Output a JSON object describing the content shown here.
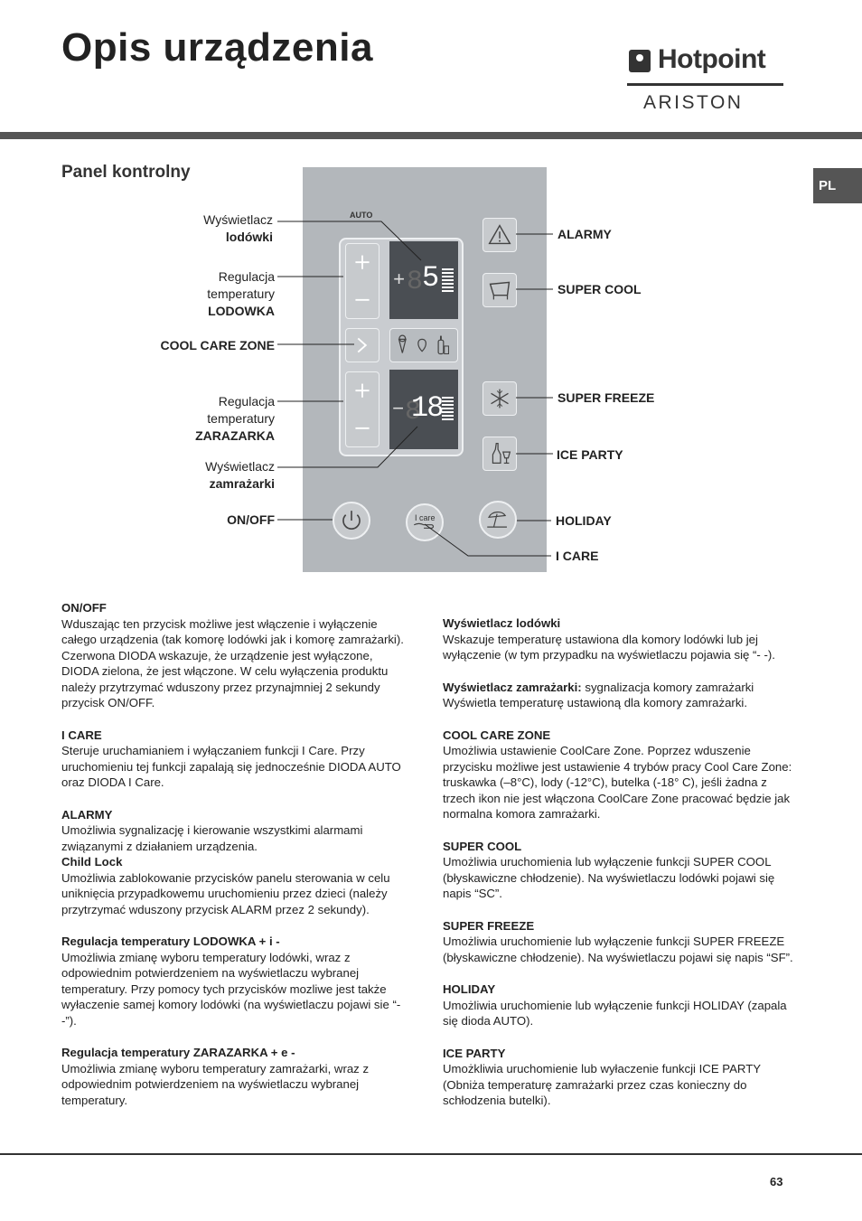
{
  "header": {
    "title": "Opis urządzenia",
    "brand_top": "Hotpoint",
    "brand_bottom": "ARISTON",
    "language_tab": "PL"
  },
  "panel": {
    "title": "Panel kontrolny",
    "auto_label": "AUTO",
    "fridge_display_value": "5",
    "freezer_display_value": "18",
    "icare_label": "I care",
    "left_labels": {
      "fridge_display_1": "Wyświetlacz",
      "fridge_display_2": "lodówki",
      "fridge_reg_1": "Regulacja",
      "fridge_reg_2": "temperatury",
      "fridge_reg_3": "LODOWKA",
      "cool_care_zone": "COOL CARE ZONE",
      "freezer_reg_1": "Regulacja",
      "freezer_reg_2": "temperatury",
      "freezer_reg_3": "ZARAZARKA",
      "freezer_display_1": "Wyświetlacz",
      "freezer_display_2": "zamrażarki",
      "onoff": "ON/OFF"
    },
    "right_labels": {
      "alarmy": "ALARMY",
      "super_cool": "SUPER COOL",
      "super_freeze": "SUPER FREEZE",
      "ice_party": "ICE PARTY",
      "holiday": "HOLIDAY",
      "icare": "I CARE"
    }
  },
  "left_column": [
    {
      "heading": "ON/OFF",
      "text": "Wduszając ten przycisk możliwe jest włączenie i wyłączenie całego urządzenia (tak komorę lodówki jak i komorę zamrażarki). Czerwona DIODA wskazuje, że urządzenie jest wyłączone, DIODA zielona, że jest włączone. W celu wyłączenia produktu należy przytrzymać wduszony przez przynajmniej 2 sekundy przycisk ON/OFF."
    },
    {
      "heading": "I CARE",
      "text": "Steruje uruchamianiem i wyłączaniem funkcji I Care. Przy uruchomieniu tej funkcji zapalają się jednocześnie DIODA AUTO oraz DIODA I Care."
    },
    {
      "heading": "ALARMY",
      "text": "Umożliwia sygnalizację i kierowanie wszystkimi alarmami związanymi z działaniem urządzenia.",
      "sub_heading": "Child Lock",
      "sub_text": "Umożliwia zablokowanie przycisków panelu sterowania w celu uniknięcia przypadkowemu uruchomieniu przez dzieci (należy przytrzymać wduszony przycisk ALARM przez 2 sekundy)."
    },
    {
      "heading": "Regulacja temperatury LODOWKA + i -",
      "text": "Umożliwia zmianę wyboru temperatury lodówki, wraz z odpowiednim potwierdzeniem na wyświetlaczu wybranej temperatury. Przy pomocy tych przycisków mozliwe jest także wyłaczenie samej komory lodówki (na wyświetlaczu pojawi sie “- -”)."
    },
    {
      "heading": "Regulacja temperatury ZARAZARKA + e -",
      "text": "Umożliwia zmianę wyboru temperatury zamrażarki, wraz z odpowiednim potwierdzeniem na wyświetlaczu wybranej temperatury."
    }
  ],
  "right_column": [
    {
      "heading": "Wyświetlacz lodówki",
      "text": "Wskazuje temperaturę ustawiona dla komory lodówki lub jej wyłączenie (w tym przypadku na wyświetlaczu pojawia się “- -)."
    },
    {
      "heading": "Wyświetlacz zamrażarki:",
      "heading_suffix": " sygnalizacja komory zamrażarki",
      "text": "Wyświetla temperaturę ustawioną dla komory zamrażarki."
    },
    {
      "heading": "COOL CARE ZONE",
      "text": "Umożliwia ustawienie CoolCare Zone. Poprzez wduszenie przycisku możliwe jest ustawienie 4 trybów pracy Cool Care Zone: truskawka (–8°C), lody (-12°C), butelka (-18° C), jeśli żadna z trzech ikon nie jest włączona CoolCare Zone pracować będzie jak normalna komora zamrażarki."
    },
    {
      "heading": "SUPER COOL",
      "text": "Umożliwia uruchomienia lub wyłączenie funkcji SUPER COOL (błyskawiczne chłodzenie). Na wyświetlaczu lodówki pojawi się napis “SC”."
    },
    {
      "heading": "SUPER FREEZE",
      "text": "Umożliwia uruchomienie lub wyłączenie funkcji SUPER FREEZE (błyskawiczne chłodzenie). Na wyświetlaczu pojawi się napis “SF”."
    },
    {
      "heading": "HOLIDAY",
      "text": "Umożliwia uruchomienie lub wyłączenie funkcji HOLIDAY (zapala się dioda AUTO)."
    },
    {
      "heading": "ICE PARTY",
      "text": "Umożkliwia uruchomienie lub wyłaczenie funkcji ICE PARTY (Obniża temperaturę zamrażarki przez czas konieczny do schłodzenia butelki)."
    }
  ],
  "footer": {
    "page_number": "63"
  }
}
